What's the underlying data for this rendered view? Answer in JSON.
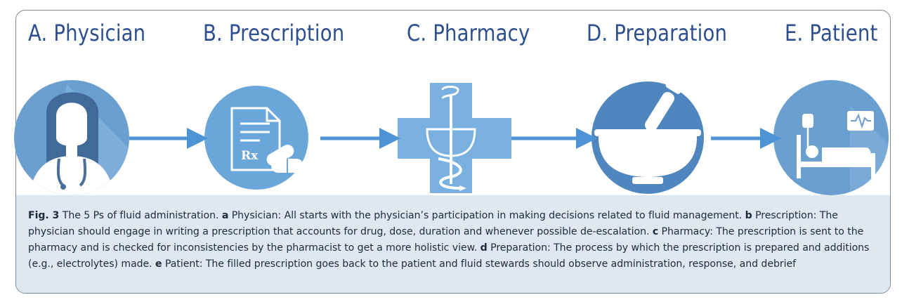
{
  "steps": [
    {
      "letter": "A.",
      "title": "Physician"
    },
    {
      "letter": "B.",
      "title": "Prescription"
    },
    {
      "letter": "C.",
      "title": "Pharmacy"
    },
    {
      "letter": "D.",
      "title": "Preparation"
    },
    {
      "letter": "E.",
      "title": "Patient"
    }
  ],
  "icons": [
    "physician-icon",
    "prescription-icon",
    "pharmacy-cross-icon",
    "mortar-pestle-icon",
    "patient-bed-icon"
  ],
  "rx_label": "Rx",
  "colors": {
    "title": "#2d4f8f",
    "arrow": "#4d94d6",
    "circle_main": "#6a9fd0",
    "circle_light": "#8dbde6",
    "caption_band": "#dde8f1",
    "frame": "#7d8a96"
  },
  "caption": {
    "fig_label": "Fig. 3",
    "intro": " The 5 Ps of fluid administration. ",
    "items": [
      {
        "key": "a",
        "text": " Physician: All starts with the physician’s participation in making decisions related to fluid management. "
      },
      {
        "key": "b",
        "text": " Prescription: The physician should engage in writing a prescription that accounts for drug, dose, duration and whenever possible de-escalation. "
      },
      {
        "key": "c",
        "text": " Pharmacy: The prescription is sent to the pharmacy and is checked for inconsistencies by the pharmacist to get a more holistic view. "
      },
      {
        "key": "d",
        "text": " Preparation: The process by which the prescription is prepared and additions (e.g., electrolytes) made. "
      },
      {
        "key": "e",
        "text": " Patient: The filled prescription goes back to the patient and fluid stewards should observe administration, response, and debrief"
      }
    ]
  }
}
